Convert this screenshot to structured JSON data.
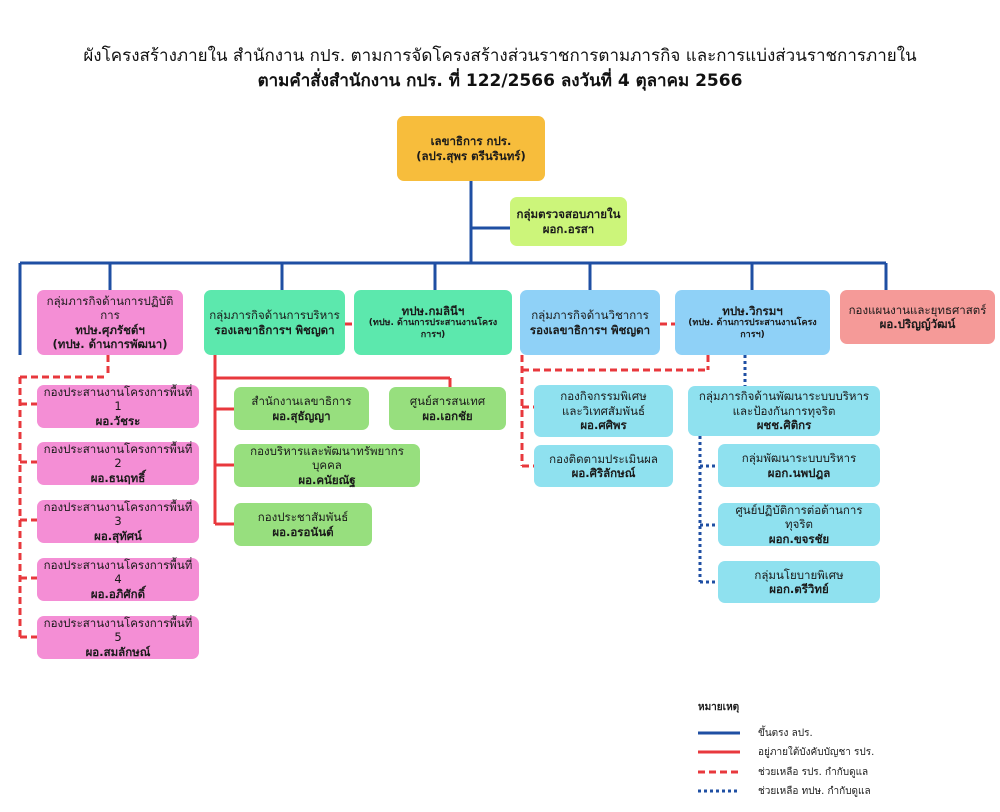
{
  "header": {
    "title_line1": "ผังโครงสร้างภายใน สำนักงาน กปร. ตามการจัดโครงสร้างส่วนราชการตามภารกิจ และการแบ่งส่วนราชการภายใน",
    "title_line2": "ตามคำสั่งสำนักงาน กปร. ที่ 122/2566 ลงวันที่ 4 ตุลาคม 2566"
  },
  "colors": {
    "solid_blue": "#1f4fa3",
    "solid_red": "#e8383d",
    "dotted_blue": "#1f4fa3"
  },
  "org": {
    "secgen": {
      "l1": "เลขาธิการ กปร.",
      "l2": "(ลปร.สุพร ตรีนรินทร์)"
    },
    "audit": {
      "l1": "กลุ่มตรวจสอบภายใน",
      "l2": "ผอก.อรสา"
    },
    "ops": {
      "l1": "กลุ่มภารกิจด้านการปฏิบัติการ",
      "l2": "ทปษ.ศุภรัชต์ฯ",
      "l3": "(ทปษ. ด้านการพัฒนา)"
    },
    "admin": {
      "l1": "กลุ่มภารกิจด้านการบริหาร",
      "l2": "รองเลขาธิการฯ พิชญดา"
    },
    "kamol": {
      "l1": "ทปษ.กมลินีฯ",
      "l2": "(ทปษ. ด้านการประสานงานโครงการฯ)"
    },
    "academic": {
      "l1": "กลุ่มภารกิจด้านวิชาการ",
      "l2": "รองเลขาธิการฯ พิชญดา"
    },
    "wikrom": {
      "l1": "ทปษ.วิกรมฯ",
      "l2": "(ทปษ. ด้านการประสานงานโครงการฯ)"
    },
    "planning": {
      "l1": "กองแผนงานและยุทธศาสตร์",
      "l2": "ผอ.ปริญญ์วัฒน์"
    },
    "areas": [
      {
        "l1": "กองประสานงานโครงการพื้นที่ 1",
        "l2": "ผอ.วัชระ"
      },
      {
        "l1": "กองประสานงานโครงการพื้นที่ 2",
        "l2": "ผอ.ธนฤทธิ์"
      },
      {
        "l1": "กองประสานงานโครงการพื้นที่ 3",
        "l2": "ผอ.สุทัศน์"
      },
      {
        "l1": "กองประสานงานโครงการพื้นที่ 4",
        "l2": "ผอ.อภิศักดิ์"
      },
      {
        "l1": "กองประสานงานโครงการพื้นที่ 5",
        "l2": "ผอ.สมลักษณ์"
      }
    ],
    "sec_office": {
      "l1": "สำนักงานเลขาธิการ",
      "l2": "ผอ.สุธัญญา"
    },
    "info_center": {
      "l1": "ศูนย์สารสนเทศ",
      "l2": "ผอ.เอกชัย"
    },
    "hr": {
      "l1": "กองบริหารและพัฒนาทรัพยากรบุคคล",
      "l2": "ผอ.คนัยณัฐ"
    },
    "pr": {
      "l1": "กองประชาสัมพันธ์",
      "l2": "ผอ.อรอนันต์"
    },
    "special": {
      "l1": "กองกิจกรรมพิเศษ",
      "l1b": "และวิเทศสัมพันธ์",
      "l2": "ผอ.ศศิพร"
    },
    "monitor": {
      "l1": "กองติดตามประเมินผล",
      "l2": "ผอ.ศิริลักษณ์"
    },
    "anticorr": {
      "l1": "กลุ่มภารกิจด้านพัฒนาระบบบริหาร",
      "l1b": "และป้องกันการทุจริต",
      "l2": "ผชช.ศิติกร"
    },
    "sysdev": {
      "l1": "กลุ่มพัฒนาระบบบริหาร",
      "l2": "ผอก.นพปฎล"
    },
    "acc_center": {
      "l1": "ศูนย์ปฏิบัติการต่อต้านการทุจริต",
      "l2": "ผอก.ขจรชัย"
    },
    "policy": {
      "l1": "กลุ่มนโยบายพิเศษ",
      "l2": "ผอก.ตรีวิทย์"
    }
  },
  "legend": {
    "title": "หมายเหตุ",
    "items": [
      {
        "label": "ขึ้นตรง ลปร.",
        "style": "solid",
        "color": "#1f4fa3"
      },
      {
        "label": "อยู่ภายใต้บังคับบัญชา รปร.",
        "style": "solid",
        "color": "#e8383d"
      },
      {
        "label": "ช่วยเหลือ รปร. กำกับดูแล",
        "style": "dashed",
        "color": "#e8383d"
      },
      {
        "label": "ช่วยเหลือ ทปษ. กำกับดูแล",
        "style": "dotted",
        "color": "#1f4fa3"
      }
    ]
  }
}
